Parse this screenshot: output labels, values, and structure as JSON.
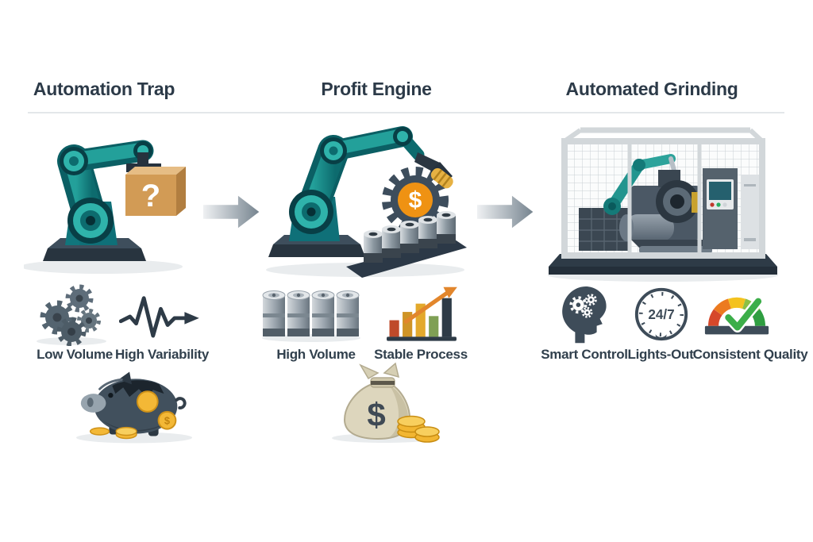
{
  "infographic": {
    "background": "#ffffff",
    "symbols": {
      "question": "?",
      "dollar": "$"
    },
    "clock_text": "24/7",
    "columns": [
      {
        "title": "Automation Trap",
        "illustration": "robot-arm-holding-mystery-box",
        "features": [
          {
            "icon": "gears-pile-icon",
            "label": "Low Volume"
          },
          {
            "icon": "variability-pulse-arrow-icon",
            "label": "High Variability"
          }
        ],
        "bottom_illustration": "broken-piggy-bank-with-coins"
      },
      {
        "title": "Profit Engine",
        "illustration": "robot-arm-with-dollar-gear-and-parts",
        "features": [
          {
            "icon": "metal-drums-icon",
            "label": "High Volume"
          },
          {
            "icon": "growth-bar-chart-icon",
            "label": "Stable Process"
          }
        ],
        "bottom_illustration": "money-bag-with-coins"
      },
      {
        "title": "Automated Grinding",
        "illustration": "caged-robotic-grinding-cell",
        "features": [
          {
            "icon": "head-with-gears-icon",
            "label": "Smart Control"
          },
          {
            "icon": "clock-24-7-icon",
            "label": "Lights-Out"
          },
          {
            "icon": "quality-gauge-check-icon",
            "label": "Consistent Quality"
          }
        ]
      }
    ],
    "colors": {
      "title_text": "#2c3a48",
      "label_text": "#31404d",
      "robot_teal": "#1b8c8c",
      "robot_teal_light": "#2ba9a5",
      "slate_dark": "#2e3b47",
      "accent_orange": "#ef9213",
      "coin_gold": "#f2b632",
      "box_tan": "#d29b55",
      "bar_red": "#bf4a2a",
      "bar_gold": "#e3a92c",
      "bar_green": "#7fa055",
      "gauge_green": "#3cae49",
      "arrow_gray": "#76848f"
    }
  }
}
